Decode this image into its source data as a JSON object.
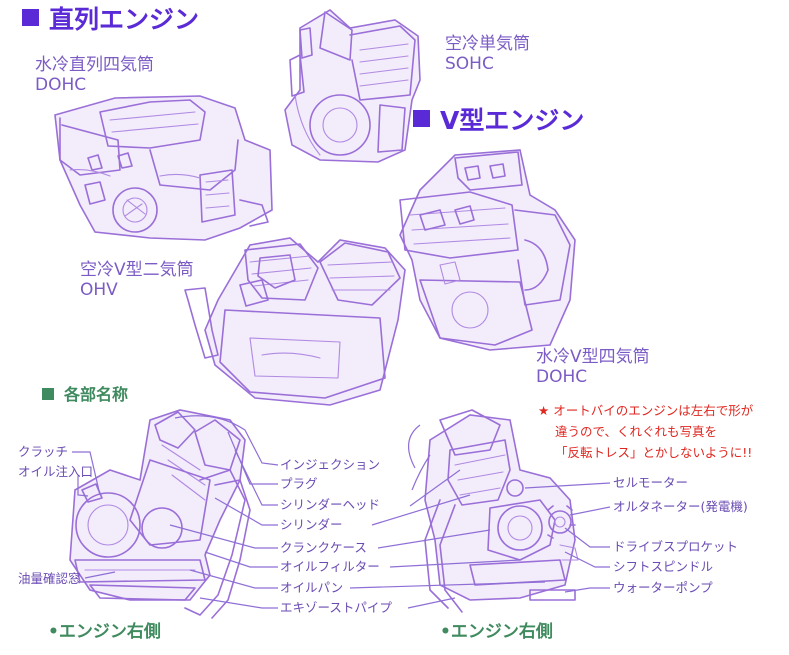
{
  "headings": {
    "inline": "直列エンジン",
    "vtype": "V型エンジン"
  },
  "engines": {
    "inline4": {
      "line1": "水冷直列四気筒",
      "line2": "DOHC"
    },
    "single": {
      "line1": "空冷単気筒",
      "line2": "SOHC"
    },
    "vtwin": {
      "line1": "空冷V型二気筒",
      "line2": "OHV"
    },
    "v4": {
      "line1": "水冷V型四気筒",
      "line2": "DOHC"
    }
  },
  "parts_section": {
    "title": "各部名称"
  },
  "left_labels": {
    "clutch": "クラッチ",
    "oil_filler": "オイル注入口",
    "oil_level_window": "油量確認窓"
  },
  "center_labels": {
    "injection": "インジェクション",
    "plug": "プラグ",
    "cylinder_head": "シリンダーヘッド",
    "cylinder": "シリンダー",
    "crankcase": "クランクケース",
    "oil_filter": "オイルフィルター",
    "oil_pan": "オイルパン",
    "exhaust_pipe": "エキゾーストパイプ"
  },
  "right_labels": {
    "starter_motor": "セルモーター",
    "alternator": "オルタネーター(発電機)",
    "drive_sprocket": "ドライブスプロケット",
    "shift_spindle": "シフトスピンドル",
    "water_pump": "ウォーターポンプ"
  },
  "note": {
    "star": "★",
    "line1": "オートバイのエンジンは左右で形が",
    "line2": "違うので、くれぐれも写真を",
    "line3": "「反転トレス」とかしないように!!"
  },
  "sides": {
    "left": "•エンジン右側",
    "right": "•エンジン右側"
  },
  "colors": {
    "heading": "#5a2ad6",
    "label": "#6a4bb3",
    "section": "#3f8a5e",
    "note": "#e0261f",
    "sketch": "#9a6fd8"
  }
}
